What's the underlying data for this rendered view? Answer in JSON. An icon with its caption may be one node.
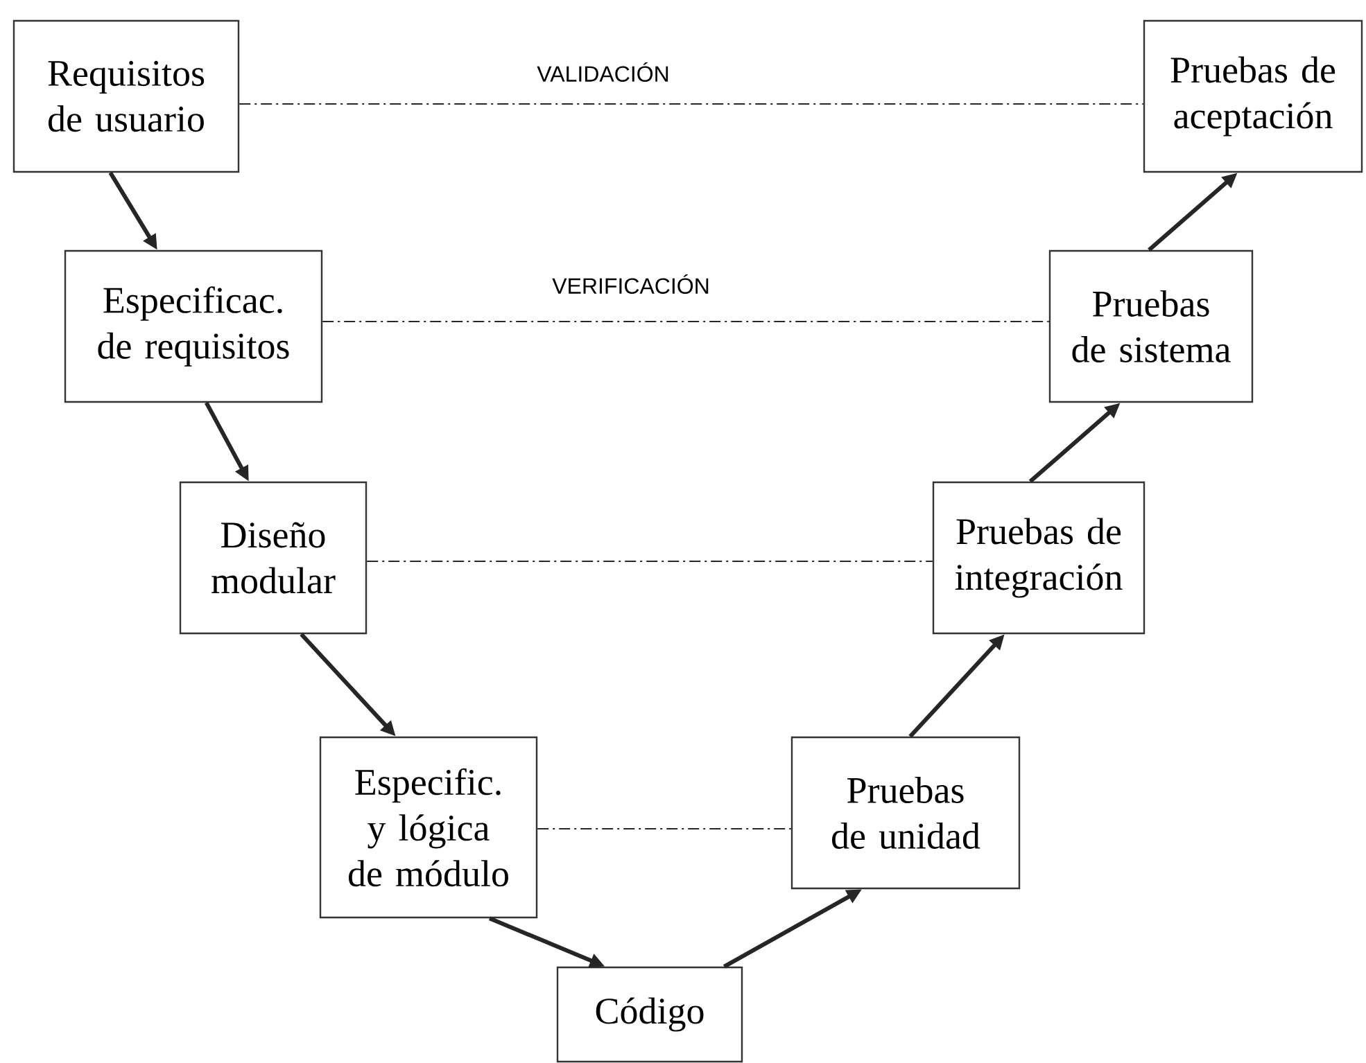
{
  "diagram": {
    "nodes": [
      {
        "text": [
          "Requisitos de usuario"
        ]
      },
      {
        "text": [
          "Especificac. de requisitos"
        ]
      },
      {
        "text": [
          "Diseño modular"
        ]
      },
      {
        "text": [
          "Especific. y lógica de módulo"
        ]
      },
      {
        "text": [
          "Código"
        ]
      },
      {
        "text": [
          "Pruebas de unidad"
        ]
      },
      {
        "text": [
          "Pruebas de integración"
        ]
      },
      {
        "text": [
          "Pruebas de sistema"
        ]
      },
      {
        "text": [
          "Pruebas de aceptación"
        ]
      }
    ],
    "edges": [
      {
        "from": 0,
        "to": 1,
        "arrow": "to"
      },
      {
        "from": 1,
        "to": 2,
        "arrow": "to"
      },
      {
        "from": 2,
        "to": 3,
        "arrow": "to"
      },
      {
        "from": 3,
        "to": 4,
        "arrow": "to"
      },
      {
        "from": 4,
        "to": 5,
        "arrow": "to"
      },
      {
        "from": 5,
        "to": 6,
        "arrow": "to"
      },
      {
        "from": 6,
        "to": 7,
        "arrow": "to"
      },
      {
        "from": 7,
        "to": 8,
        "arrow": "to"
      },
      {
        "from": 0,
        "to": 8,
        "arrow": "none",
        "style": "dashed",
        "label": "VALIDACIÓN"
      },
      {
        "from": 1,
        "to": 7,
        "arrow": "none",
        "style": "dashed",
        "label": "VERIFICACIÓN"
      },
      {
        "from": 2,
        "to": 6,
        "arrow": "none",
        "style": "dashed"
      },
      {
        "from": 3,
        "to": 5,
        "arrow": "none",
        "style": "dashed"
      }
    ]
  }
}
